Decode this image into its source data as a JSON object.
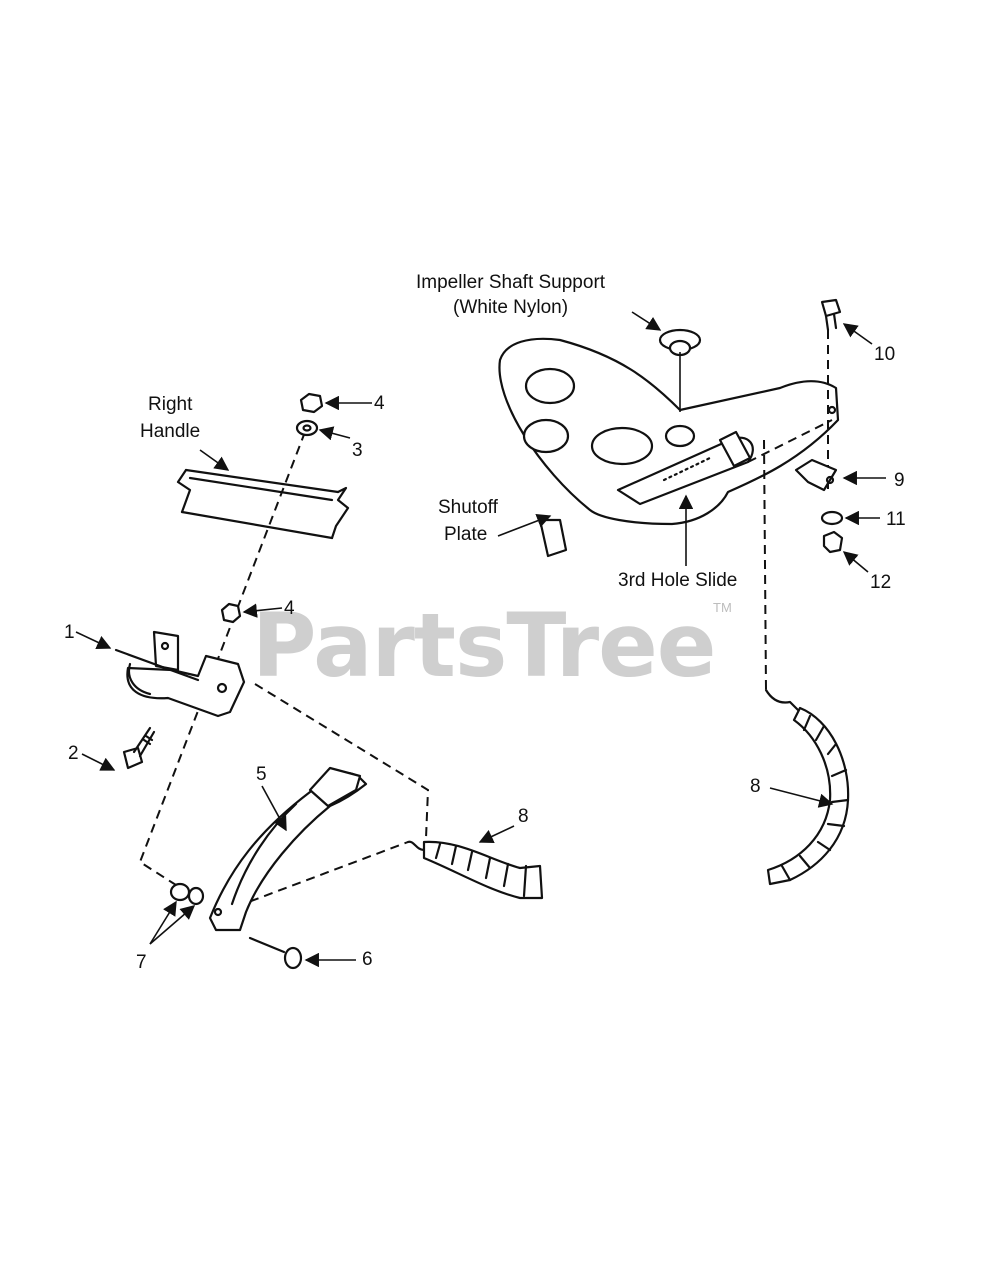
{
  "labels": {
    "impeller_support_line1": "Impeller Shaft Support",
    "impeller_support_line2": "(White Nylon)",
    "right_handle_line1": "Right",
    "right_handle_line2": "Handle",
    "shutoff_plate_line1": "Shutoff",
    "shutoff_plate_line2": "Plate",
    "third_hole_slide": "3rd Hole Slide"
  },
  "callouts": {
    "c1": "1",
    "c2": "2",
    "c3": "3",
    "c4a": "4",
    "c4b": "4",
    "c5": "5",
    "c6": "6",
    "c7": "7",
    "c8a": "8",
    "c8b": "8",
    "c9": "9",
    "c10": "10",
    "c11": "11",
    "c12": "12"
  },
  "watermark": {
    "text": "PartsTree",
    "trademark": "TM"
  }
}
